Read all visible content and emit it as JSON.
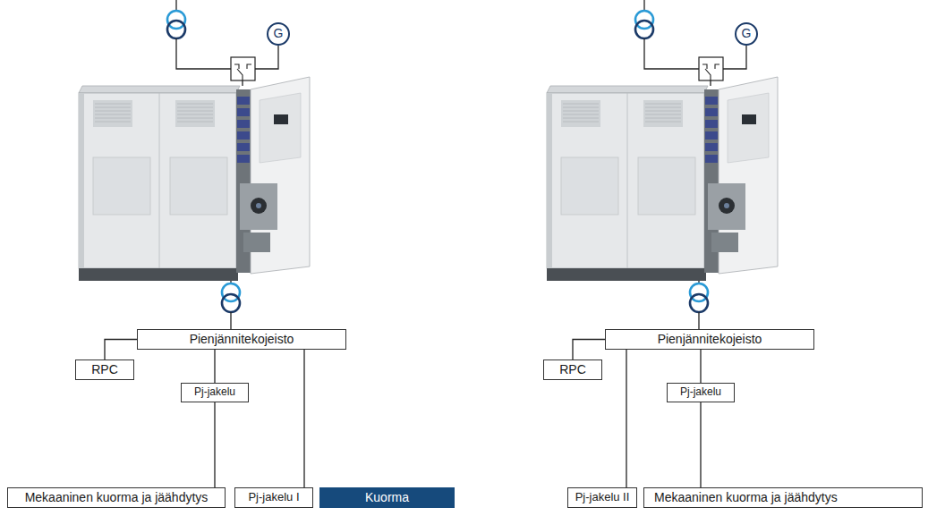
{
  "diagram": {
    "nodes": [
      {
        "text": [
          "G"
        ]
      },
      {
        "text": [
          "G"
        ]
      },
      {
        "text": [
          "Pienjännitekojeisto"
        ]
      },
      {
        "text": [
          "RPC"
        ]
      },
      {
        "text": [
          "Pj-jakelu"
        ]
      },
      {
        "text": [
          "Mekaaninen kuorma ja jäähdytys"
        ]
      },
      {
        "text": [
          "Pj-jakelu I"
        ]
      },
      {
        "text": [
          "Kuorma"
        ]
      },
      {
        "text": [
          "Pienjännitekojeisto"
        ]
      },
      {
        "text": [
          "RPC"
        ]
      },
      {
        "text": [
          "Pj-jakelu"
        ]
      },
      {
        "text": [
          "Pj-jakelu II"
        ]
      },
      {
        "text": [
          "Mekaaninen kuorma ja jäähdytys"
        ]
      }
    ],
    "edges": [
      {
        "from": 2,
        "to": 3,
        "arrow": "none"
      },
      {
        "from": 2,
        "to": 4,
        "arrow": "none"
      },
      {
        "from": 4,
        "to": 5,
        "arrow": "none"
      },
      {
        "from": 2,
        "to": 6,
        "arrow": "none"
      },
      {
        "from": 8,
        "to": 9,
        "arrow": "none"
      },
      {
        "from": 8,
        "to": 11,
        "arrow": "none"
      },
      {
        "from": 8,
        "to": 10,
        "arrow": "none"
      },
      {
        "from": 10,
        "to": 12,
        "arrow": "none"
      }
    ]
  }
}
